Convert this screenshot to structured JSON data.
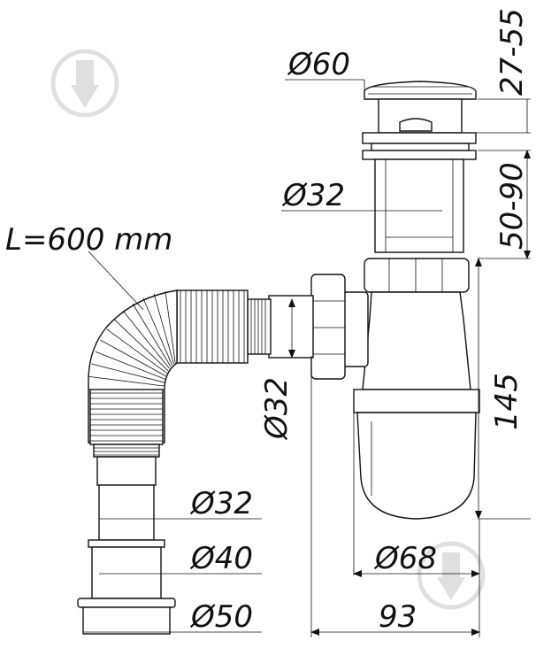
{
  "diagram": {
    "labels": {
      "hose_length": "L=600 mm",
      "cap_diameter": "Ø60",
      "cap_height": "27-55",
      "tail_diameter": "Ø32",
      "tail_adjust": "50-90",
      "side_inlet_diameter": "Ø32",
      "trap_height": "145",
      "pipe_diameter_32": "Ø32",
      "pipe_diameter_40": "Ø40",
      "pipe_diameter_50": "Ø50",
      "bottle_diameter": "Ø68",
      "overall_width": "93"
    },
    "watermark_icons": [
      "brush-icon",
      "brush-icon"
    ]
  }
}
